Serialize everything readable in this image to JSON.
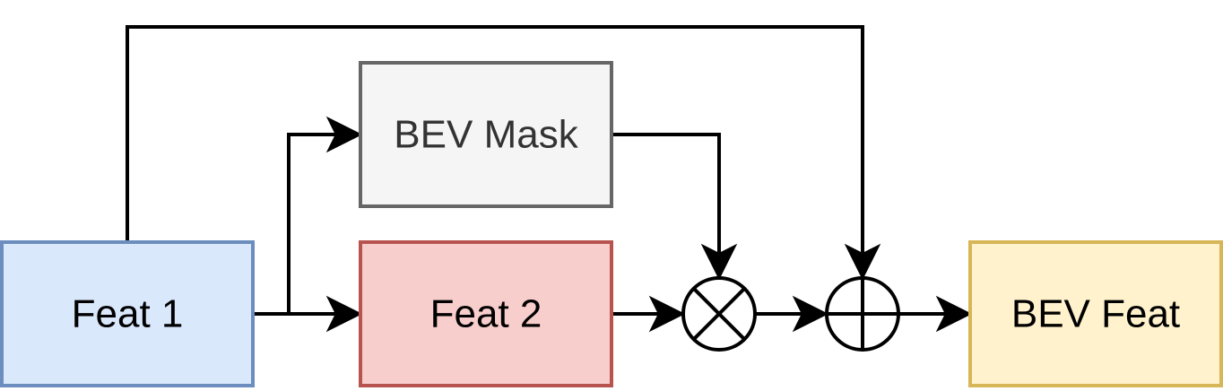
{
  "nodes": {
    "feat1": {
      "label": "Feat 1",
      "fill": "#dae8fc",
      "stroke": "#6c8ebf",
      "text_color": "#000000"
    },
    "bev_mask": {
      "label": "BEV Mask",
      "fill": "#f5f5f5",
      "stroke": "#666666",
      "text_color": "#333333"
    },
    "feat2": {
      "label": "Feat 2",
      "fill": "#f8cecc",
      "stroke": "#b85450",
      "text_color": "#000000"
    },
    "bev_feat": {
      "label": "BEV Feat",
      "fill": "#fff2cc",
      "stroke": "#d6b656",
      "text_color": "#000000"
    }
  },
  "operators": {
    "multiply": {
      "symbol": "multiply-circle"
    },
    "add": {
      "symbol": "plus-circle"
    }
  },
  "edge_color": "#000000"
}
